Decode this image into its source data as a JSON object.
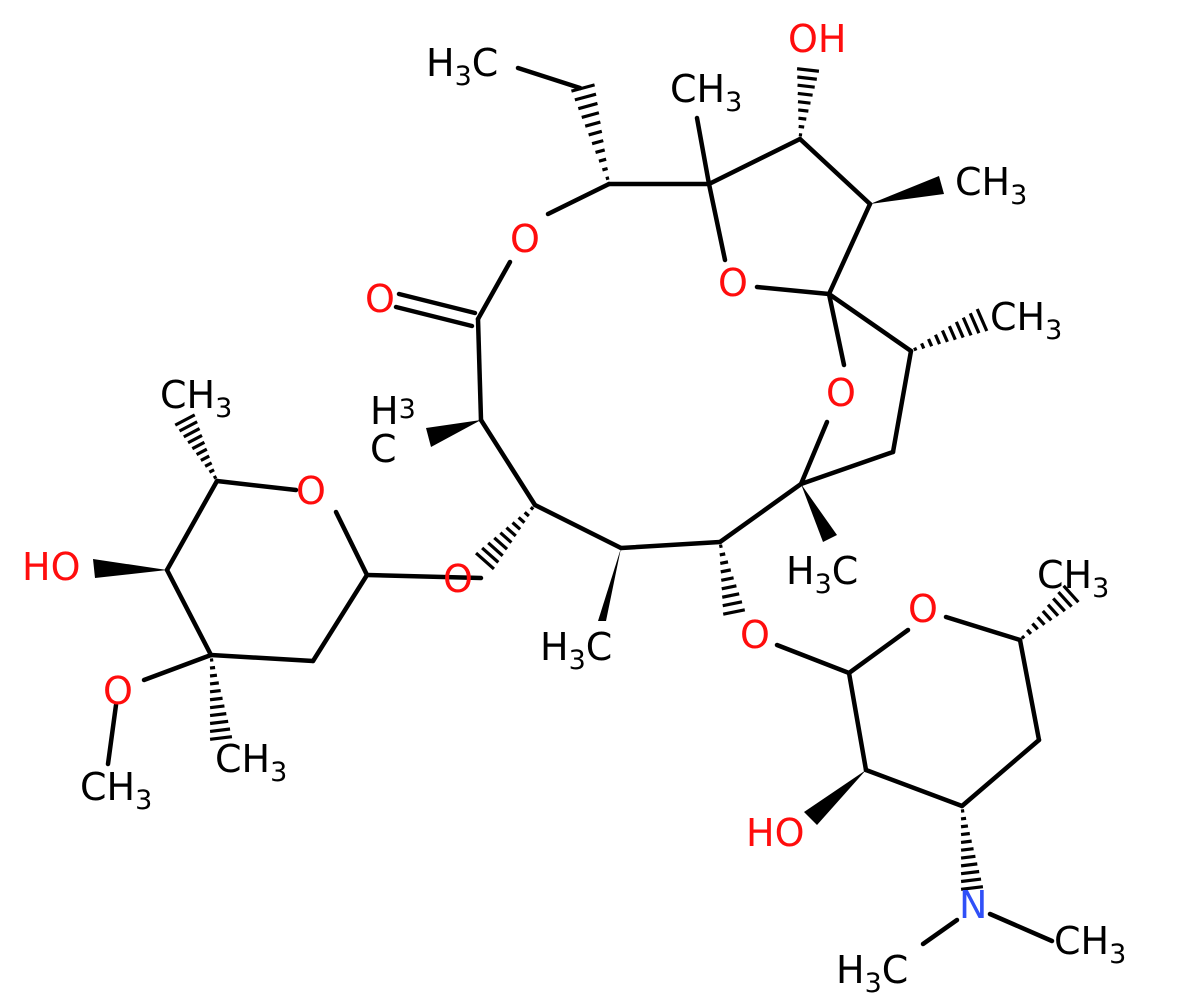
{
  "molecule": {
    "colors": {
      "carbon": "#000000",
      "oxygen": "#ff0d0d",
      "nitrogen": "#3050f8",
      "background": "#ffffff"
    },
    "labels": {
      "h3c_ethyl": "H3C",
      "oh_top": "OH",
      "ch3_top": "CH3",
      "ch3_right_top": "CH3",
      "o_ring_left": "O",
      "o_carbonyl": "O",
      "o_bridge_left": "O",
      "ch3_right_mid": "CH3",
      "o_bridge_right": "O",
      "ch3_sugar_left_top": "CH3",
      "h3_left": "H3",
      "c_left": "C",
      "o_sugar_left": "O",
      "ho_left": "HO",
      "o_link_left": "O",
      "h3c_ring_bottom_right": "H3C",
      "ch3_sugar_right": "CH3",
      "o_sugar_right": "O",
      "h3c_ring_bottom": "H3C",
      "o_link_right": "O",
      "o_methoxy": "O",
      "ch3_sugar_left_bottom": "CH3",
      "och3": "CH3",
      "ho_bottom": "HO",
      "n_dimethyl": "N",
      "ch3_n_right": "CH3",
      "h3c_n_left": "H3C"
    }
  }
}
